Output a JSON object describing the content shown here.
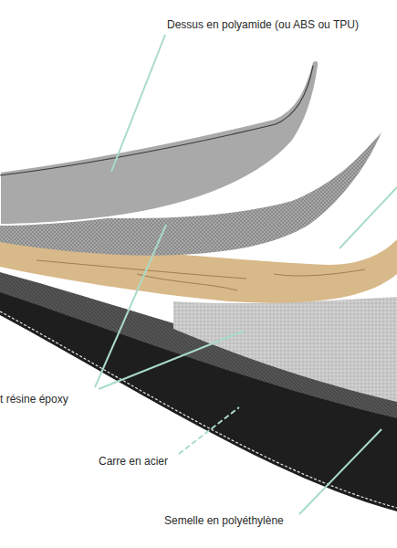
{
  "diagram": {
    "labels": [
      "Dessus en polyamide (ou ABS ou TPU)",
      "t résine époxy",
      "Carre en acier",
      "Semelle en polyéthylène"
    ]
  }
}
